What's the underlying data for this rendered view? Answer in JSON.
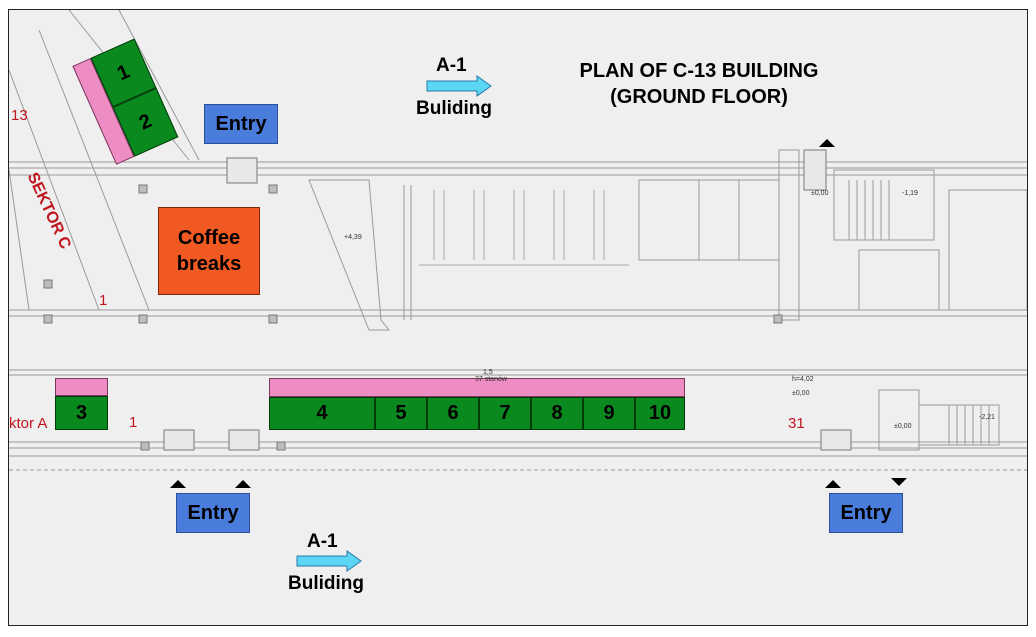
{
  "title": {
    "line1": "PLAN OF C-13 BUILDING",
    "line2": "(GROUND FLOOR)"
  },
  "entries": {
    "top": "Entry",
    "bottom_left": "Entry",
    "bottom_right": "Entry"
  },
  "coffee": {
    "line1": "Coffee",
    "line2": "breaks"
  },
  "buildings": {
    "top": {
      "code": "A-1",
      "name": "Buliding"
    },
    "bottom": {
      "code": "A-1",
      "name": "Buliding"
    }
  },
  "stands": {
    "s1": "1",
    "s2": "2",
    "s3": "3",
    "s4": "4",
    "s5": "5",
    "s6": "6",
    "s7": "7",
    "s8": "8",
    "s9": "9",
    "s10": "10"
  },
  "sectors": {
    "sektor_c": "SEKTOR C",
    "sektor_a": "ktor A"
  },
  "red_numbers": {
    "n13": "13",
    "n1_top": "1",
    "n1_bottom": "1",
    "n31": "31"
  },
  "plan_labels": {
    "h1": "±0,00",
    "h2": "-1,19",
    "h3": "±0,00",
    "h4": "-2,21",
    "h5": "+4,39",
    "h6": "h=4,02",
    "h7": "±0,00",
    "h8": "1,5",
    "h9": "37 stanów"
  },
  "colors": {
    "entry": "#4a7ddb",
    "coffee": "#f05a22",
    "stand": "#0a8a1e",
    "pink": "#ee8cc4",
    "sector_red": "#c0141e",
    "arrow": "#5bd6f5"
  }
}
